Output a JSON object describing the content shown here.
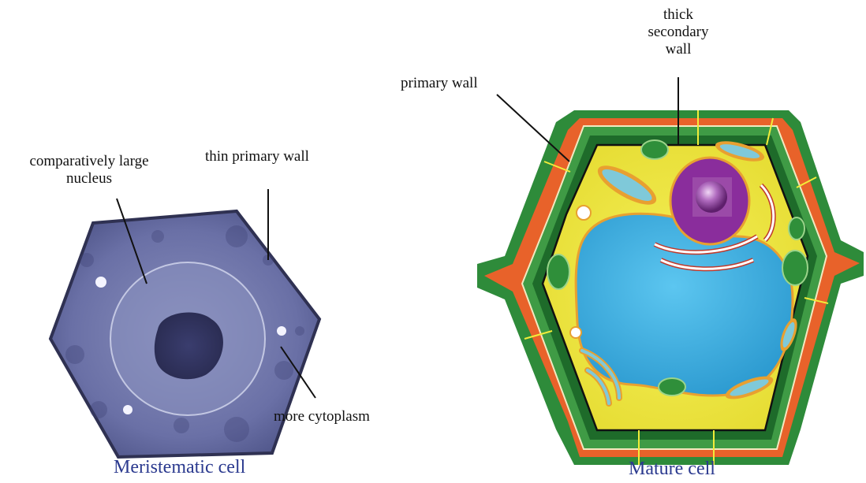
{
  "meristematic": {
    "caption": "Meristematic cell",
    "labels": {
      "nucleus_line1": "comparatively large",
      "nucleus_line2": "nucleus",
      "wall": "thin primary wall",
      "cytoplasm": "more cytoplasm"
    }
  },
  "mature": {
    "caption": "Mature cell",
    "labels": {
      "secondary_line1": "thick",
      "secondary_line2": "secondary",
      "secondary_line3": "wall",
      "primary": "primary wall"
    }
  },
  "colors": {
    "meristem_fill": "#5f6699",
    "meristem_edge": "#2f3152",
    "outer_wall": "#2e8b3a",
    "middle_lamella": "#e8622a",
    "inner_wall": "#1e6b2a",
    "cytoplasm": "#f2ec3a",
    "vacuole": "#3aaee0",
    "nucleus": "#8a2d9c",
    "caption_blue": "#2b3a8f"
  }
}
